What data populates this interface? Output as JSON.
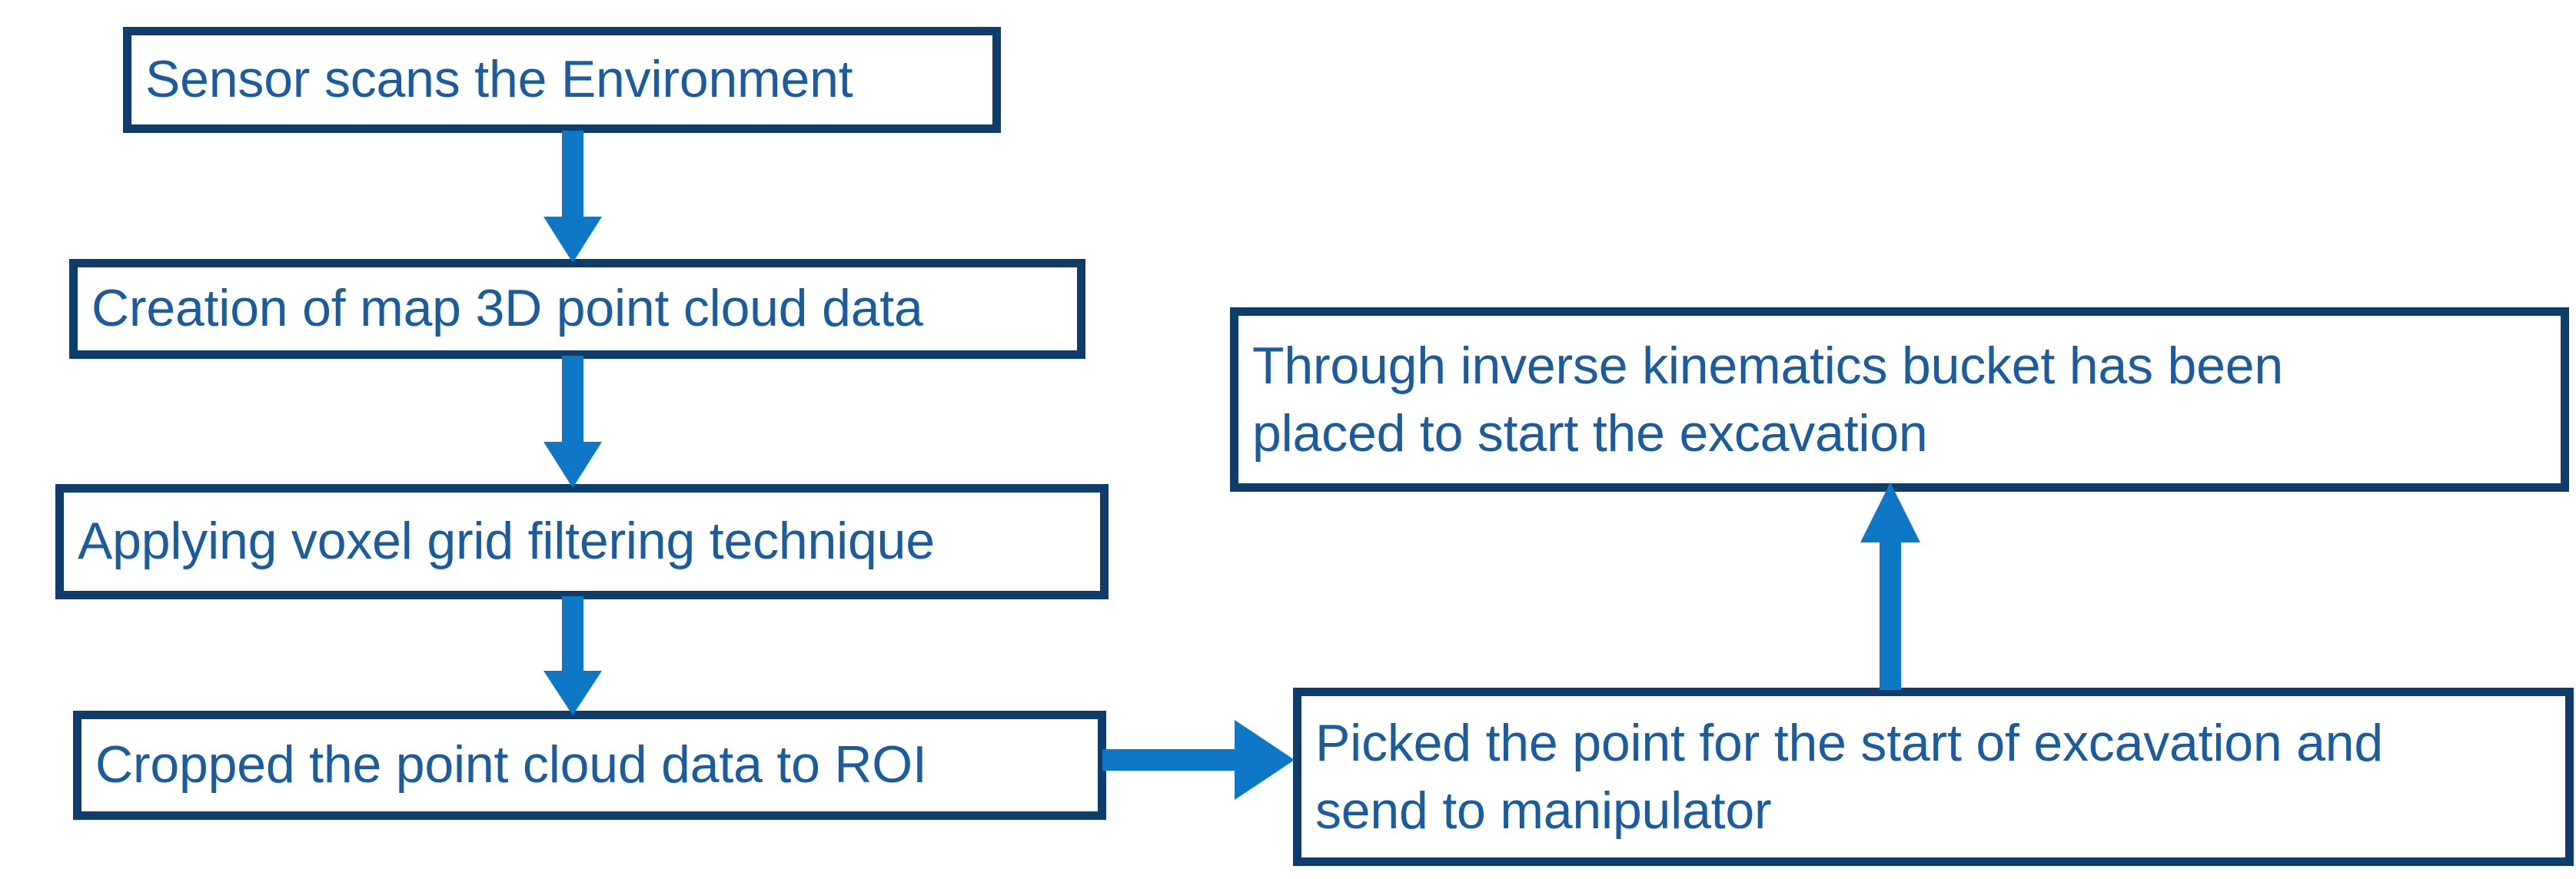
{
  "diagram": {
    "type": "flowchart",
    "title": "Autonomous excavation perception-to-manipulation pipeline",
    "colors": {
      "node_border": "#0e3d6b",
      "node_fill": "#ffffff",
      "node_text": "#1a5c9e",
      "arrow": "#0f78c6",
      "background": "#ffffff"
    },
    "nodes": [
      {
        "id": "sensor-scan",
        "label": "Sensor scans the Environment",
        "lines": 1,
        "column": "left",
        "order": 1
      },
      {
        "id": "map-creation",
        "label": "Creation of map 3D point cloud data",
        "lines": 1,
        "column": "left",
        "order": 2
      },
      {
        "id": "voxel-filter",
        "label": "Applying voxel grid filtering technique",
        "lines": 1,
        "column": "left",
        "order": 3
      },
      {
        "id": "crop-roi",
        "label": "Cropped the point cloud data to ROI",
        "lines": 1,
        "column": "left",
        "order": 4
      },
      {
        "id": "pick-point",
        "label": "Picked the point for the start of excavation and\nsend to manipulator",
        "lines": 2,
        "column": "right",
        "order": 5
      },
      {
        "id": "inverse-kinematics",
        "label": "Through inverse kinematics bucket has been\nplaced to start the excavation",
        "lines": 2,
        "column": "right",
        "order": 6
      }
    ],
    "edges": [
      {
        "id": "scan-to-map",
        "from": "sensor-scan",
        "to": "map-creation",
        "direction": "down",
        "label": ""
      },
      {
        "id": "map-to-voxel",
        "from": "map-creation",
        "to": "voxel-filter",
        "direction": "down",
        "label": ""
      },
      {
        "id": "voxel-to-crop",
        "from": "voxel-filter",
        "to": "crop-roi",
        "direction": "down",
        "label": ""
      },
      {
        "id": "crop-to-pick",
        "from": "crop-roi",
        "to": "pick-point",
        "direction": "right",
        "label": ""
      },
      {
        "id": "pick-to-ik",
        "from": "pick-point",
        "to": "inverse-kinematics",
        "direction": "up",
        "label": ""
      }
    ]
  }
}
